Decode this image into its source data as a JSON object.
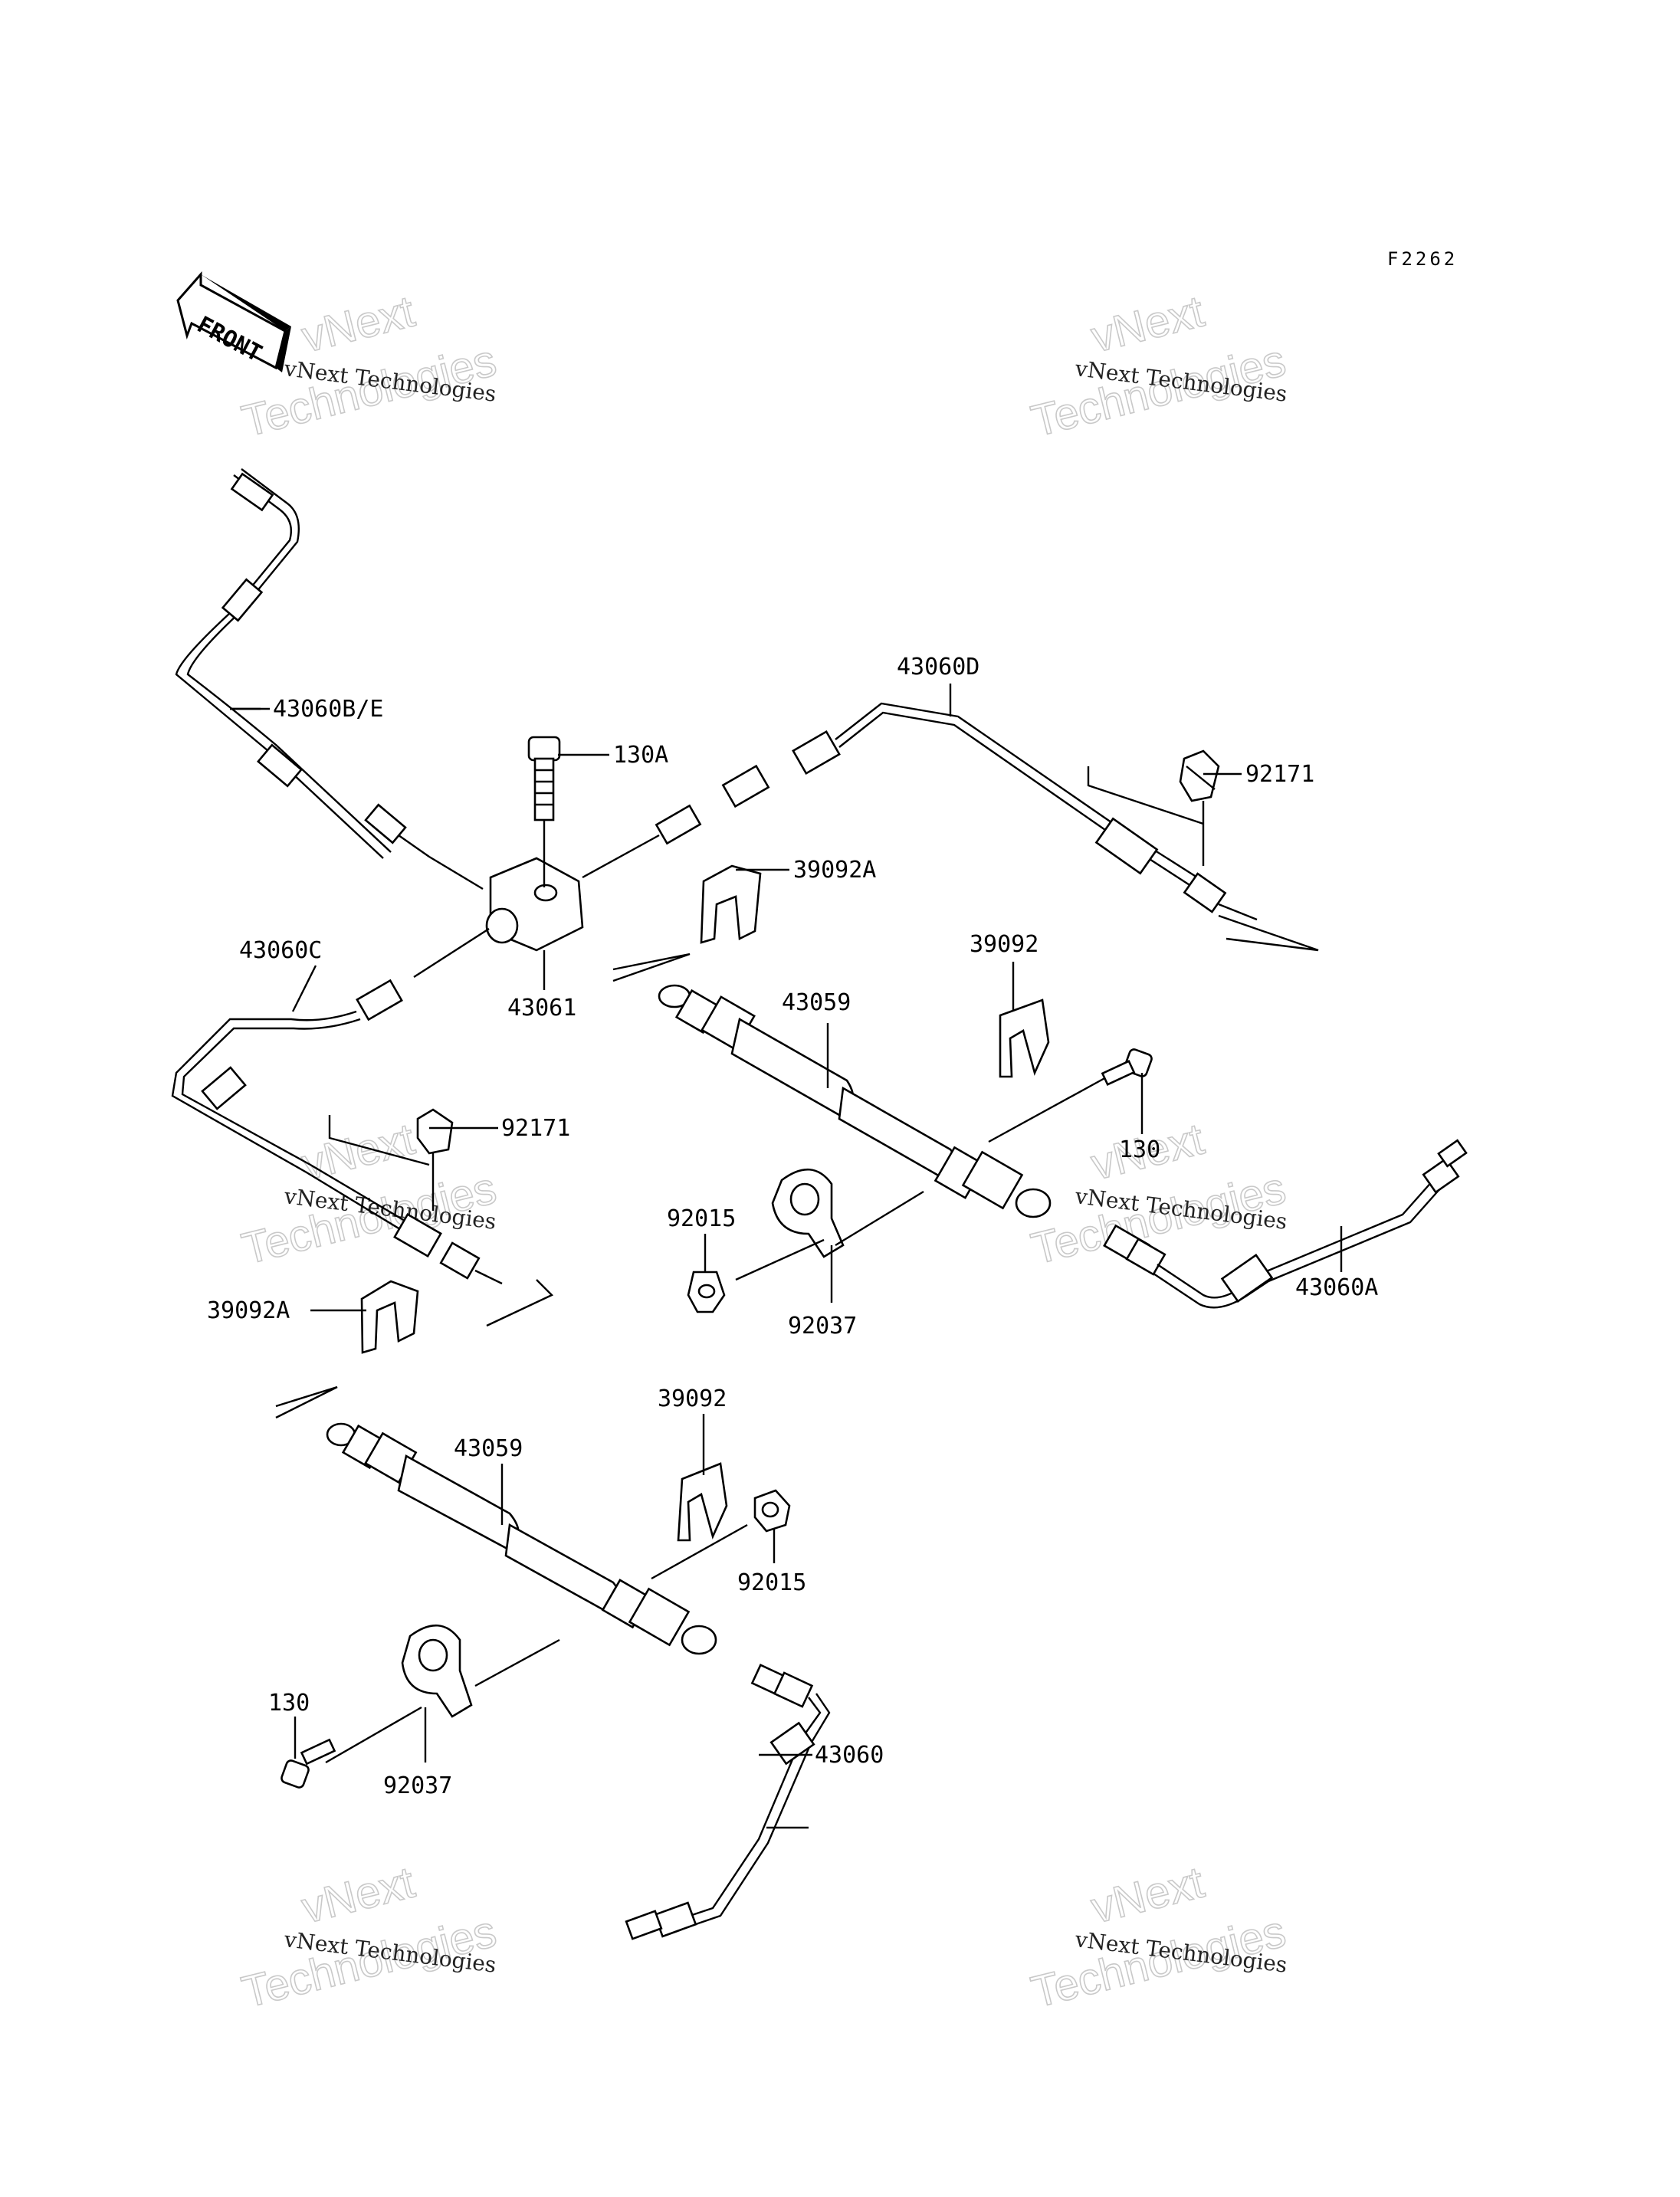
{
  "diagram_code": "F2262",
  "front_arrow_label": "FRONT",
  "watermark": {
    "small_text": "vNext Technologies",
    "big_line1": "vNext",
    "big_line2": "Technologies"
  },
  "callouts": {
    "c_43060BE": "43060B/E",
    "c_130A": "130A",
    "c_43060D": "43060D",
    "c_92171_top": "92171",
    "c_39092A_top": "39092A",
    "c_43060C": "43060C",
    "c_43061": "43061",
    "c_39092_top": "39092",
    "c_43059_top": "43059",
    "c_92171_mid": "92171",
    "c_130_right": "130",
    "c_92015_mid": "92015",
    "c_92037_mid": "92037",
    "c_43060A": "43060A",
    "c_39092A_left": "39092A",
    "c_39092_bottom": "39092",
    "c_43059_bottom": "43059",
    "c_92015_bottom": "92015",
    "c_130_left": "130",
    "c_92037_bottom": "92037",
    "c_43060": "43060"
  }
}
